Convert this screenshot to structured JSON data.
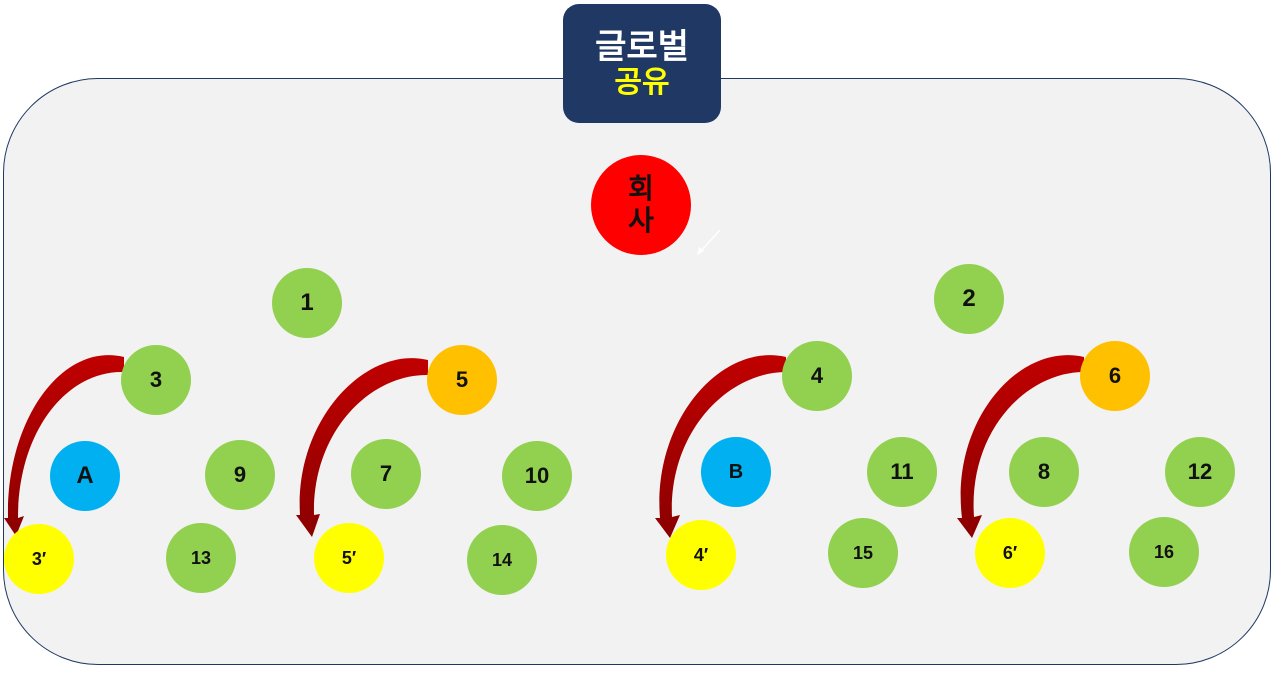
{
  "title": {
    "line1": "글로벌",
    "line2": "공유"
  },
  "company": {
    "label": "회\n사"
  },
  "nodes": {
    "n1": "1",
    "n2": "2",
    "n3": "3",
    "n4": "4",
    "n5": "5",
    "n6": "6",
    "n7": "7",
    "n8": "8",
    "n9": "9",
    "n10": "10",
    "n11": "11",
    "n12": "12",
    "n13": "13",
    "n14": "14",
    "n15": "15",
    "n16": "16",
    "nA": "A",
    "nB": "B",
    "p3": "3′",
    "p4": "4′",
    "p5": "5′",
    "p6": "6′"
  },
  "colors": {
    "navy": "#1f3864",
    "green": "#92d050",
    "orange": "#ffc000",
    "yellow": "#ffff00",
    "blue": "#00b0f0",
    "red": "#ff0000",
    "arrow": "#a50000"
  }
}
